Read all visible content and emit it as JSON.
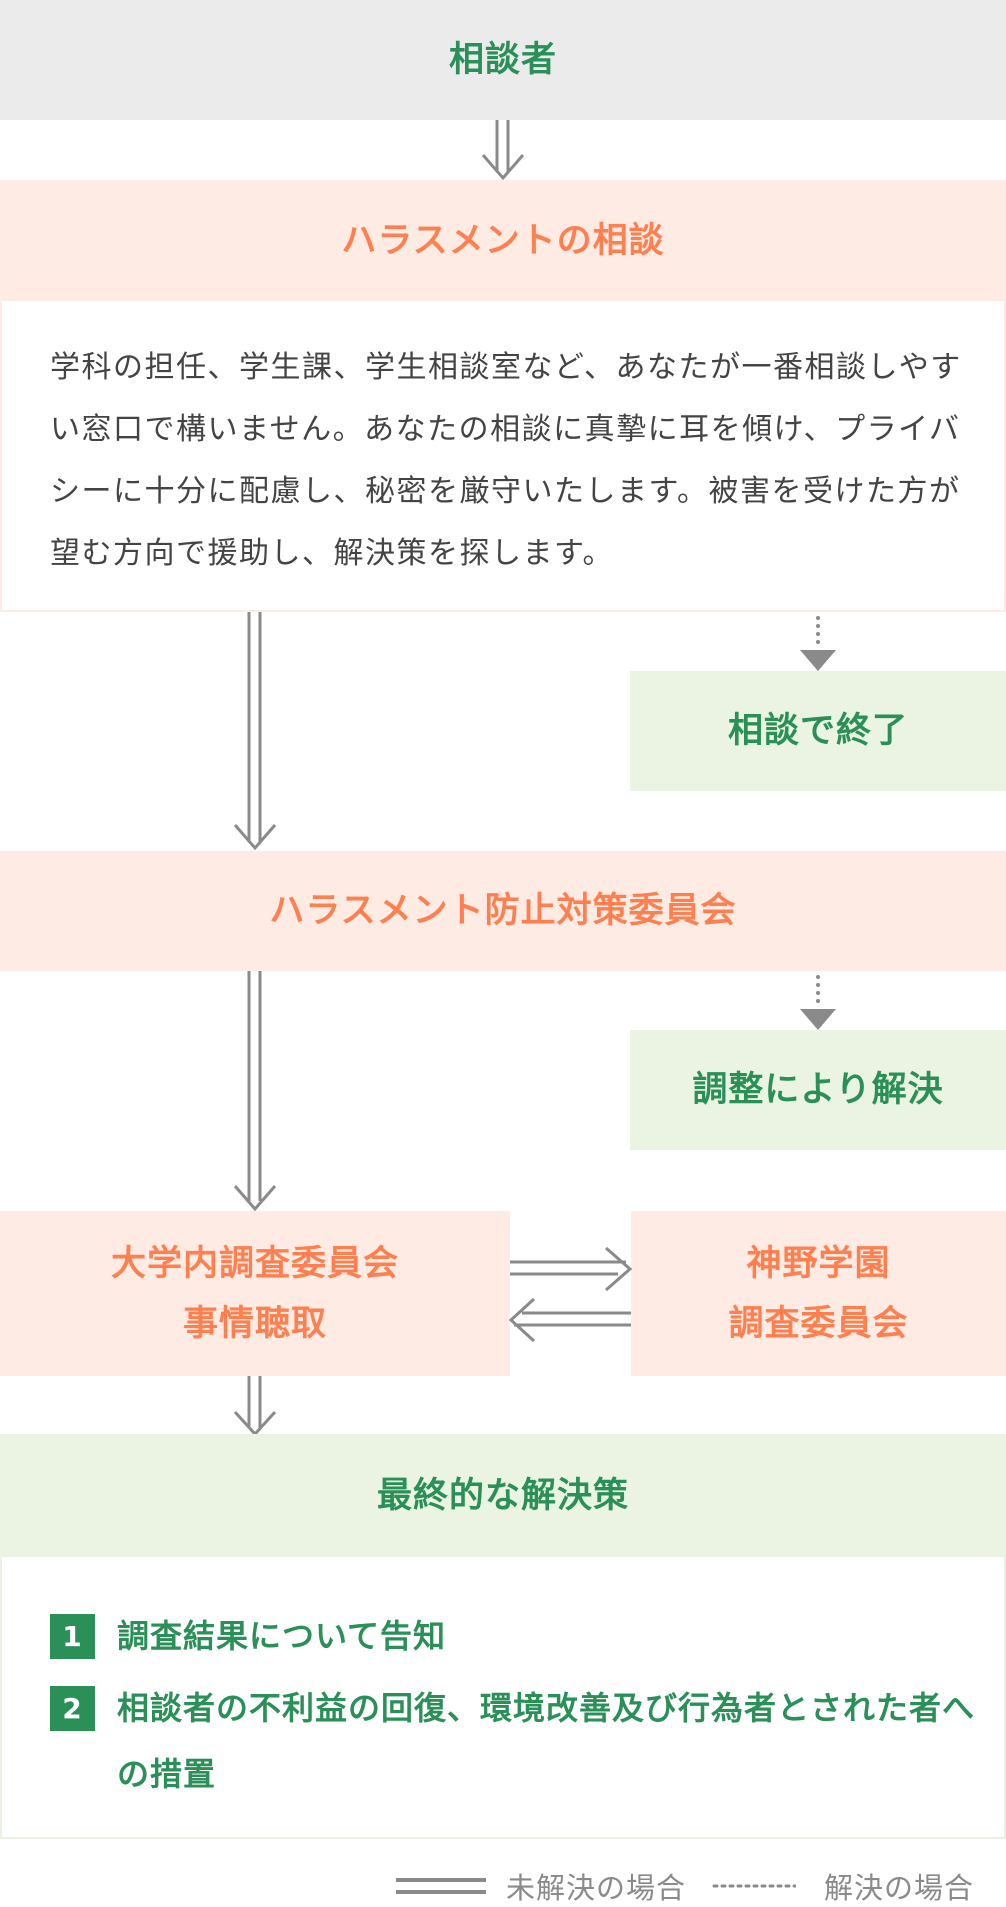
{
  "consultant": {
    "label": "相談者"
  },
  "harassment_consultation": {
    "title": "ハラスメントの相談",
    "description": "学科の担任、学生課、学生相談室など、あなたが一番相談しやすい窓口で構いません。あなたの相談に真摯に耳を傾け、プライバシーに十分に配慮し、秘密を厳守いたします。被害を受けた方が望む方向で援助し、解決策を探します。"
  },
  "end_by_consultation": {
    "label": "相談で終了"
  },
  "prevention_committee": {
    "label": "ハラスメント防止対策委員会"
  },
  "resolved_by_mediation": {
    "label": "調整により解決"
  },
  "internal_investigation": {
    "line1": "大学内調査委員会",
    "line2": "事情聴取"
  },
  "kanno_investigation": {
    "line1": "神野学園",
    "line2": "調査委員会"
  },
  "final_solution": {
    "title": "最終的な解決策",
    "items": [
      {
        "number": "1",
        "text": "調査結果について告知"
      },
      {
        "number": "2",
        "text": "相談者の不利益の回復、環境改善及び行為者とされた者への措置"
      }
    ]
  },
  "legend": {
    "unresolved": "未解決の場合",
    "resolved": "解決の場合"
  },
  "colors": {
    "green_text": "#2a9058",
    "orange_text": "#ff7f4f",
    "pink_bg": "#feebe4",
    "green_bg": "#ebf4e3",
    "gray_bg": "#ebebeb",
    "arrow": "#8a8a8a"
  }
}
